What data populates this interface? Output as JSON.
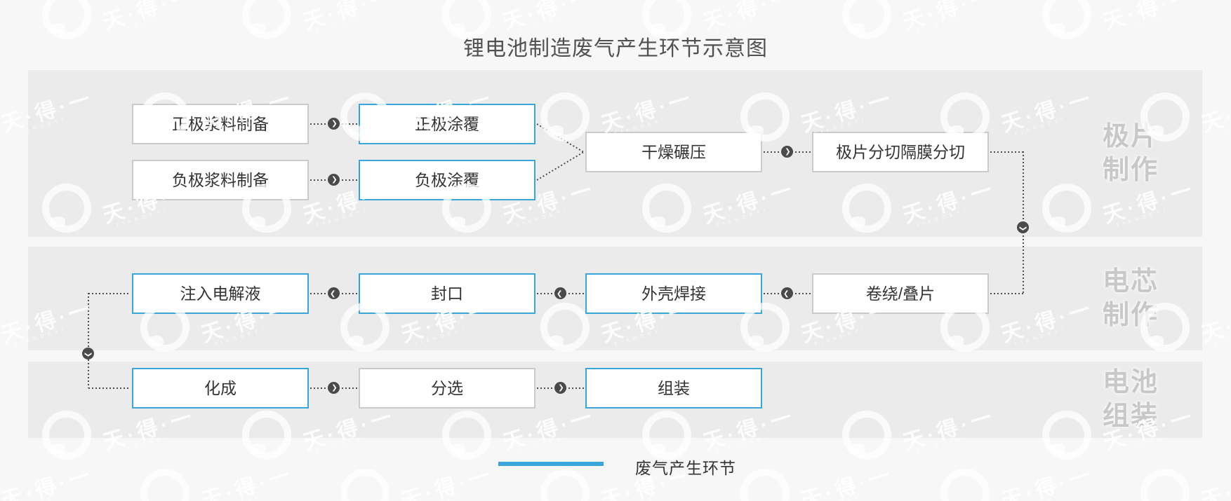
{
  "title": "锂电池制造废气产生环节示意图",
  "legend": {
    "label": "废气产生环节"
  },
  "watermark": {
    "text": "天·得·一",
    "sub": "T I A N D E Y I"
  },
  "colors": {
    "highlight_blue": "#39a6da",
    "normal_border": "#cacaca",
    "band_background": "#ebebeb",
    "page_background": "#f7f7f7",
    "connector": "#4d4d4d"
  },
  "sections": [
    {
      "id": "electrode-production",
      "label_lines": [
        "极片",
        "制作"
      ]
    },
    {
      "id": "cell-production",
      "label_lines": [
        "电芯",
        "制作"
      ]
    },
    {
      "id": "battery-assembly",
      "label_lines": [
        "电池",
        "组装"
      ]
    }
  ],
  "nodes": [
    {
      "id": "cathode-slurry",
      "label": "正极浆料制备",
      "waste_gas": false
    },
    {
      "id": "anode-slurry",
      "label": "负极浆料制备",
      "waste_gas": false
    },
    {
      "id": "cathode-coating",
      "label": "正极涂覆",
      "waste_gas": true
    },
    {
      "id": "anode-coating",
      "label": "负极涂覆",
      "waste_gas": true
    },
    {
      "id": "drying-rolling",
      "label": "干燥碾压",
      "waste_gas": false
    },
    {
      "id": "slitting",
      "label": "极片分切隔膜分切",
      "waste_gas": false
    },
    {
      "id": "winding-stacking",
      "label": "卷绕/叠片",
      "waste_gas": false
    },
    {
      "id": "shell-welding",
      "label": "外壳焊接",
      "waste_gas": true
    },
    {
      "id": "sealing",
      "label": "封口",
      "waste_gas": true
    },
    {
      "id": "electrolyte-injection",
      "label": "注入电解液",
      "waste_gas": true
    },
    {
      "id": "formation",
      "label": "化成",
      "waste_gas": true
    },
    {
      "id": "sorting",
      "label": "分选",
      "waste_gas": false
    },
    {
      "id": "assembly",
      "label": "组装",
      "waste_gas": true
    }
  ]
}
